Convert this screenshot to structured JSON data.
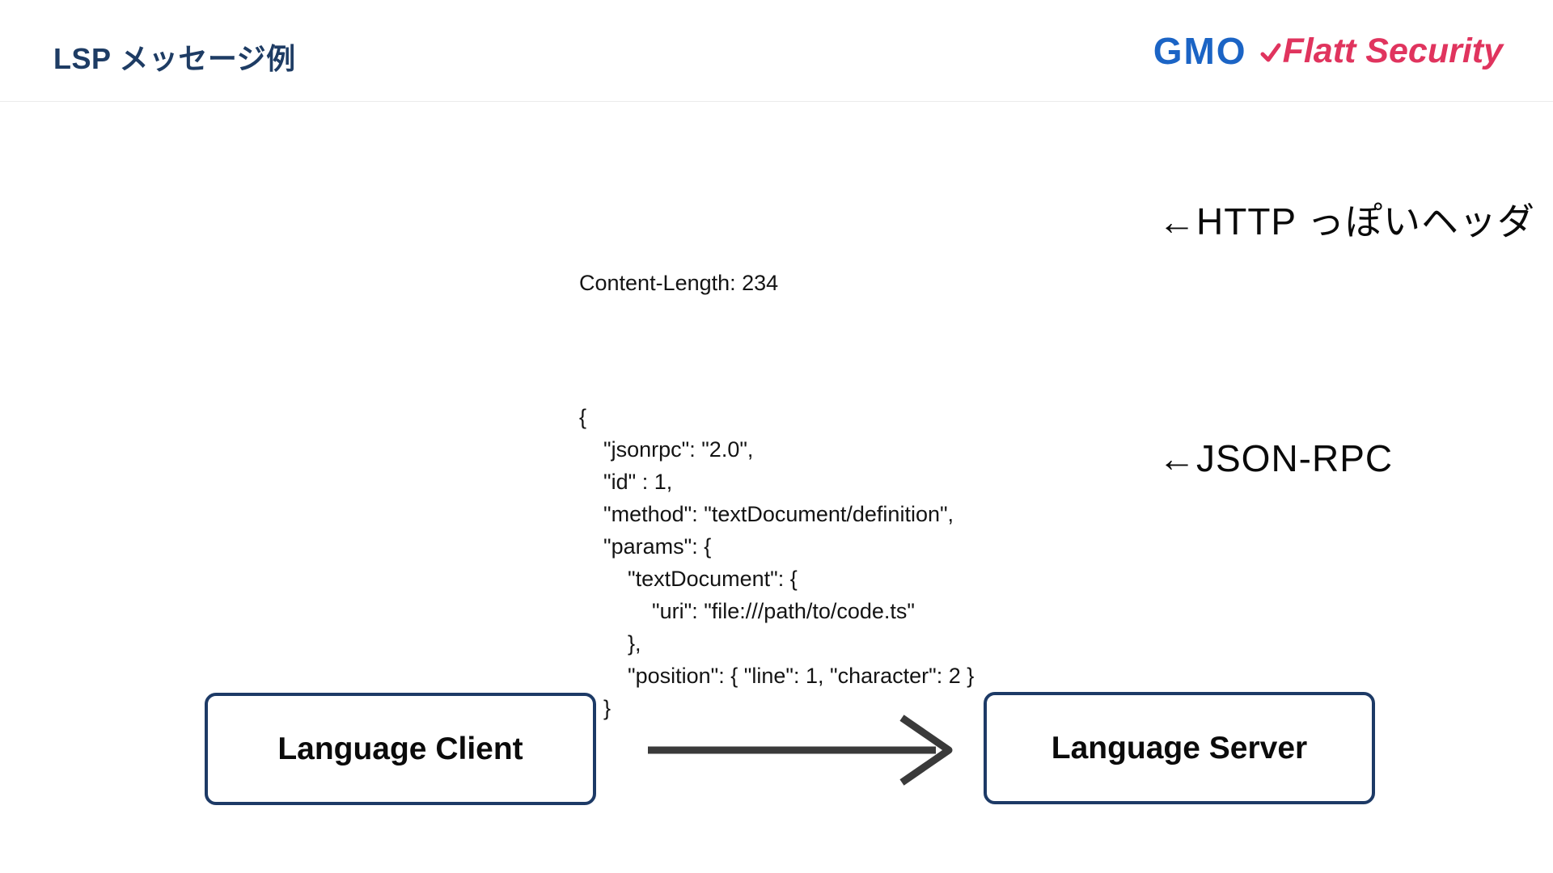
{
  "header": {
    "title": "LSP メッセージ例",
    "logo": {
      "gmo": "GMO",
      "flatt": "Flatt Security"
    }
  },
  "message": {
    "header_line": "Content-Length: 234",
    "json_lines": [
      "{",
      "    \"jsonrpc\": \"2.0\",",
      "    \"id\" : 1,",
      "    \"method\": \"textDocument/definition\",",
      "    \"params\": {",
      "        \"textDocument\": {",
      "            \"uri\": \"file:///path/to/code.ts\"",
      "        },",
      "        \"position\": { \"line\": 1, \"character\": 2 }",
      "    }",
      "}"
    ]
  },
  "annotations": {
    "http_header": "←HTTP っぽいヘッダ",
    "json_rpc": "←JSON-RPC"
  },
  "diagram": {
    "client_label": "Language Client",
    "server_label": "Language Server"
  },
  "colors": {
    "title_navy": "#1e3c64",
    "box_border_navy": "#1d3a66",
    "gmo_blue": "#1b64c5",
    "flatt_red": "#e0345e",
    "arrow_gray": "#3a3a3a",
    "divider_gray": "#ebebeb",
    "code_text": "#141414"
  }
}
